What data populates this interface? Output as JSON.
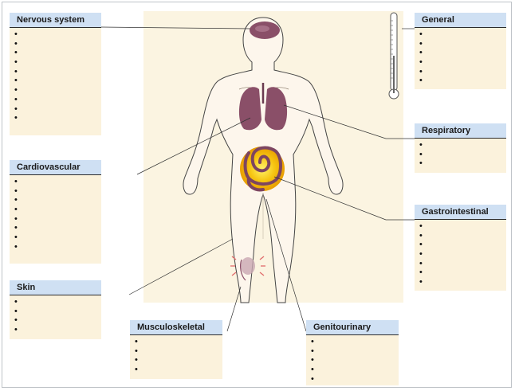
{
  "boxes": {
    "nervous": {
      "title": "Nervous system",
      "bullets": 10
    },
    "cardio": {
      "title": "Cardiovascular",
      "bullets": 8
    },
    "skin": {
      "title": "Skin",
      "bullets": 4
    },
    "musculo": {
      "title": "Musculoskeletal",
      "bullets": 4
    },
    "genito": {
      "title": "Genitourinary",
      "bullets": 5
    },
    "general": {
      "title": "General",
      "bullets": 6
    },
    "respiratory": {
      "title": "Respiratory",
      "bullets": 3
    },
    "gastro": {
      "title": "Gastrointestinal",
      "bullets": 7
    }
  },
  "colors": {
    "header": "#cfe0f3",
    "box": "#fbf2dc",
    "skin": "#fdf6ec",
    "organ": "#8a4f68",
    "intestine_glow": "#f2b800"
  }
}
